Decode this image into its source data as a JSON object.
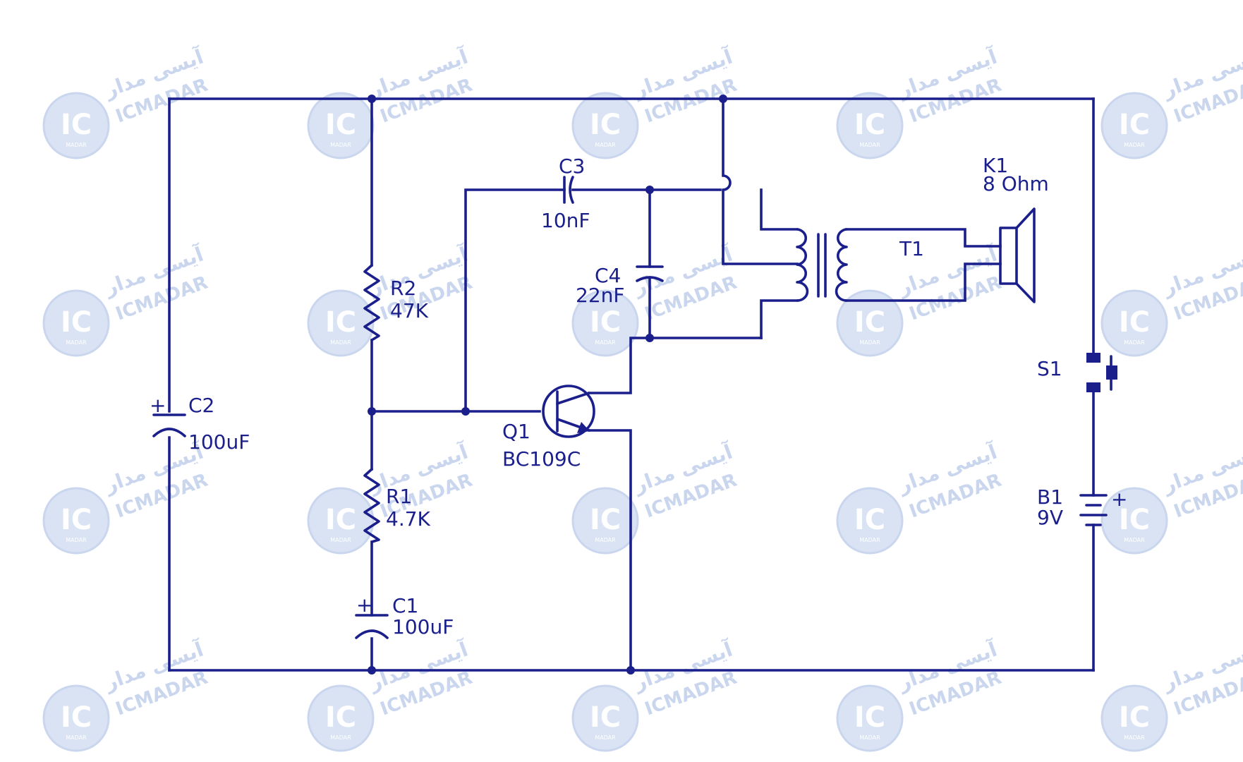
{
  "watermark": {
    "latin": "ICMADAR",
    "persian": "آیسی مدار",
    "logo_text": "IC",
    "logo_subtext": "MADAR"
  },
  "components": {
    "c1": {
      "ref": "C1",
      "value": "100uF"
    },
    "c2": {
      "ref": "C2",
      "value": "100uF"
    },
    "c3": {
      "ref": "C3",
      "value": "10nF"
    },
    "c4": {
      "ref": "C4",
      "value": "22nF"
    },
    "r1": {
      "ref": "R1",
      "value": "4.7K"
    },
    "r2": {
      "ref": "R2",
      "value": "47K"
    },
    "q1": {
      "ref": "Q1",
      "value": "BC109C"
    },
    "t1": {
      "ref": "T1"
    },
    "k1": {
      "ref": "K1",
      "value": "8 Ohm"
    },
    "s1": {
      "ref": "S1"
    },
    "b1": {
      "ref": "B1",
      "value": "9V"
    }
  },
  "polarity_marks": {
    "plus": "+"
  },
  "colors": {
    "ink": "#1a1f8c",
    "watermark": "#c9d6ee",
    "background": "#ffffff"
  }
}
